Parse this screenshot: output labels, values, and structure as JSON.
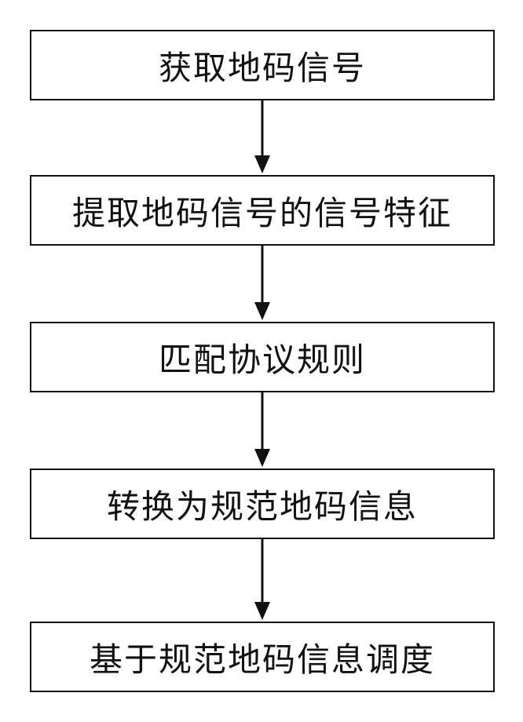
{
  "flowchart": {
    "steps": [
      {
        "label": "获取地码信号"
      },
      {
        "label": "提取地码信号的信号特征"
      },
      {
        "label": "匹配协议规则"
      },
      {
        "label": "转换为规范地码信息"
      },
      {
        "label": "基于规范地码信息调度"
      }
    ],
    "line_color": "#111111"
  }
}
